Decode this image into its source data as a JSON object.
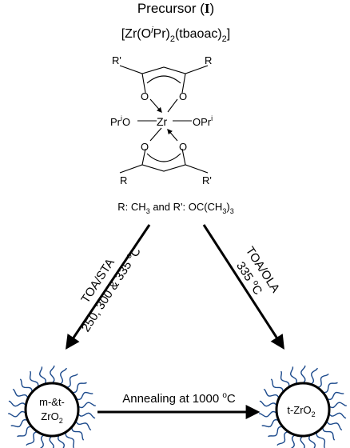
{
  "title": {
    "prefix": "Precursor (",
    "roman": "I",
    "suffix": ")"
  },
  "formula": {
    "p1": "[Zr(O",
    "sup_i": "i",
    "p2": "Pr)",
    "sub_2a": "2",
    "p3": "(tbaoac)",
    "sub_2b": "2",
    "p4": "]"
  },
  "structure": {
    "r_prime": "R'",
    "r": "R",
    "o": "O",
    "zr": "Zr",
    "opr_left": {
      "pr": "Pr",
      "sup": "i",
      "o": "O"
    },
    "opr_right": {
      "o": "OPr",
      "sup": "i"
    }
  },
  "legend": {
    "a": "R: CH",
    "a_sub": "3",
    "b": " and R': OC(CH",
    "b_sub": "3",
    "c": ")",
    "c_sub": "3"
  },
  "left_route": {
    "line1": "TOA/STA",
    "line2": "250, 300 & 335 ",
    "deg": "o",
    "unit": "C"
  },
  "right_route": {
    "line1": "TOA/OLA",
    "line2": "335 ",
    "deg": "o",
    "unit": "C"
  },
  "left_particle": {
    "line1": "m-&t-",
    "line2": "ZrO",
    "sub": "2"
  },
  "right_particle": {
    "text": "t-ZrO",
    "sub": "2"
  },
  "annealing": {
    "text": "Annealing at 1000 ",
    "deg": "o",
    "unit": "C"
  },
  "colors": {
    "ligand": "#1c4a8c",
    "line": "#000000"
  }
}
